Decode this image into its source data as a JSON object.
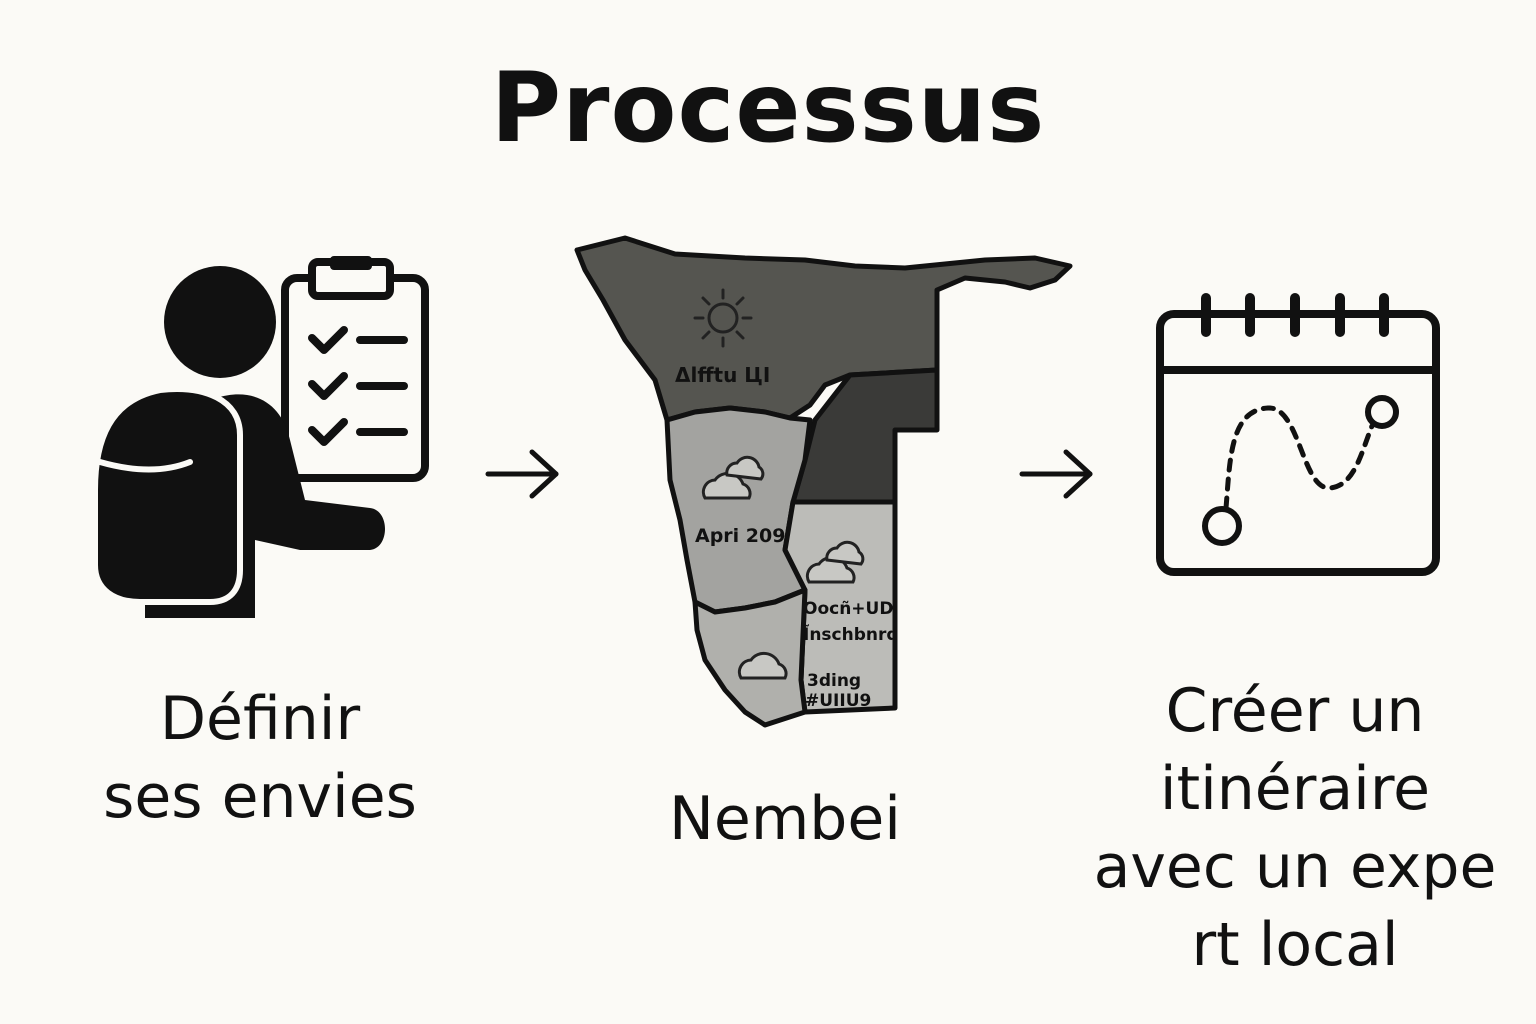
{
  "title": "Processus",
  "steps": [
    {
      "label": "Définir\nses envies",
      "icon": "traveler-checklist-icon"
    },
    {
      "label": "Nembei",
      "icon": "namibia-map-icon",
      "map_labels": [
        "Δlfftu ЦI",
        "Apri 209",
        "Оосñ+UD",
        "Ĩnschbnrd",
        "3ding",
        "#UIIU9"
      ]
    },
    {
      "label": "Créer un\nitinéraire\navec un expe\nrt local",
      "icon": "calendar-route-icon"
    }
  ],
  "colors": {
    "background": "#fbfaf6",
    "ink": "#111111",
    "region_dark": "#555550",
    "region_darker": "#3a3a38",
    "region_mid": "#a3a3a0",
    "region_light": "#bcbcb8"
  }
}
